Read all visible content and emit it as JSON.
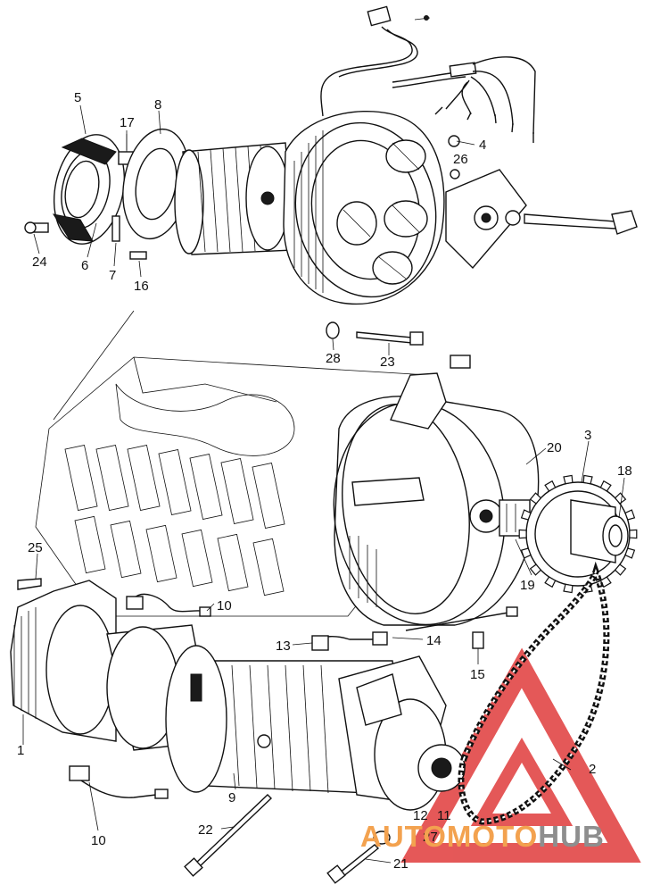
{
  "callouts": [
    {
      "id": "c1",
      "text": "1"
    },
    {
      "id": "c2",
      "text": "2"
    },
    {
      "id": "c3",
      "text": "3"
    },
    {
      "id": "c4",
      "text": "4"
    },
    {
      "id": "c5",
      "text": "5"
    },
    {
      "id": "c6",
      "text": "6"
    },
    {
      "id": "c7",
      "text": "7"
    },
    {
      "id": "c8",
      "text": "8"
    },
    {
      "id": "c9",
      "text": "9"
    },
    {
      "id": "c10a",
      "text": "10"
    },
    {
      "id": "c10b",
      "text": "10"
    },
    {
      "id": "c11",
      "text": "11"
    },
    {
      "id": "c12",
      "text": "12"
    },
    {
      "id": "c13",
      "text": "13"
    },
    {
      "id": "c14",
      "text": "14"
    },
    {
      "id": "c15",
      "text": "15"
    },
    {
      "id": "c16",
      "text": "16"
    },
    {
      "id": "c17",
      "text": "17"
    },
    {
      "id": "c18",
      "text": "18"
    },
    {
      "id": "c19",
      "text": "19"
    },
    {
      "id": "c20",
      "text": "20"
    },
    {
      "id": "c21",
      "text": "21"
    },
    {
      "id": "c22",
      "text": "22"
    },
    {
      "id": "c23",
      "text": "23"
    },
    {
      "id": "c24",
      "text": "24"
    },
    {
      "id": "c25",
      "text": "25"
    },
    {
      "id": "c26",
      "text": "26"
    },
    {
      "id": "c27",
      "text": "27"
    },
    {
      "id": "c28",
      "text": "28"
    }
  ],
  "watermark": {
    "part1": "AUTO",
    "part2": "MOTO",
    "part3": "HUB",
    "accent_color": "#f3a24f",
    "gray_color": "#8e8e8e",
    "logo_color": "#e03b3b"
  }
}
